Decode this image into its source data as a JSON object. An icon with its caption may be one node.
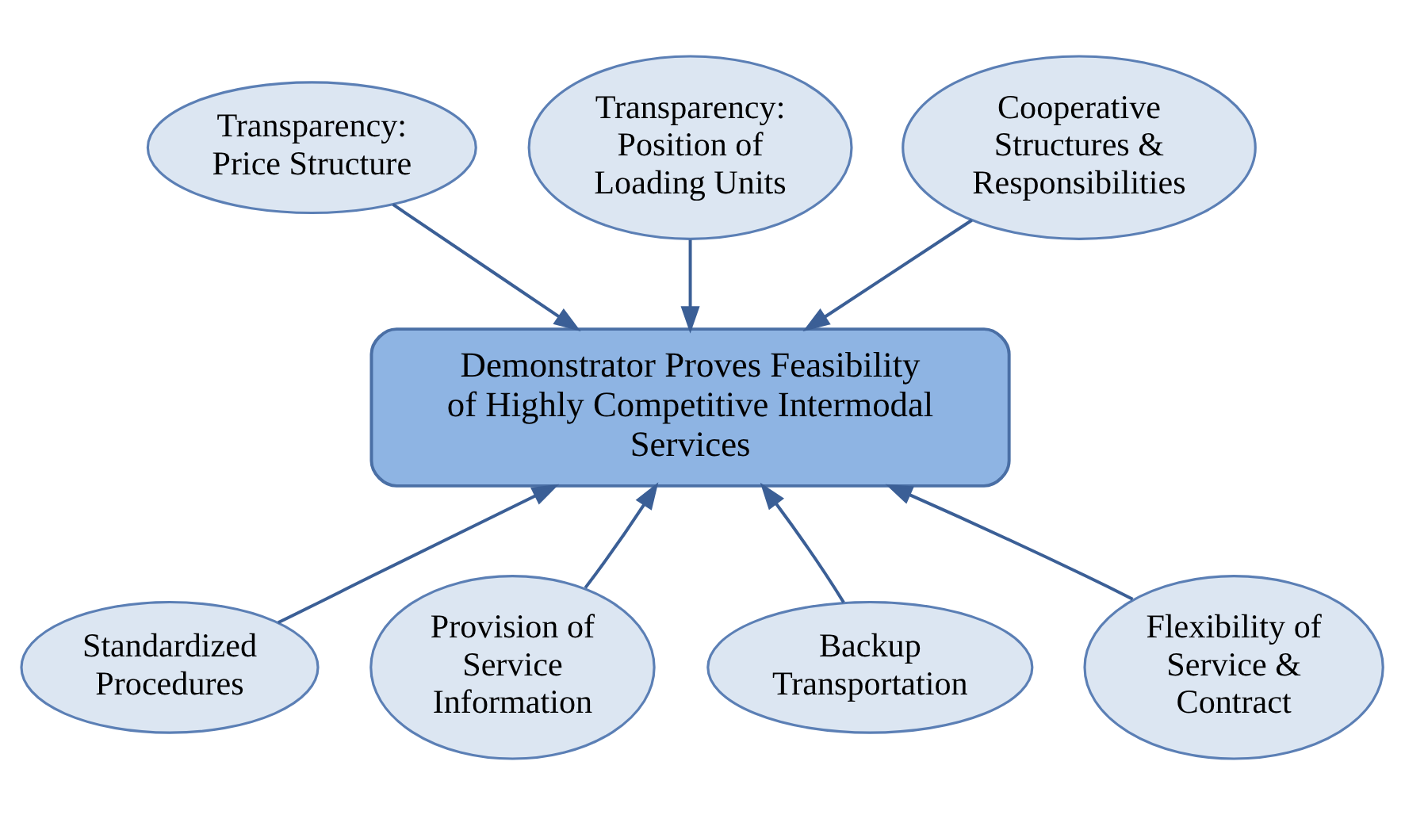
{
  "diagram": {
    "nodes": [
      {
        "text": [
          "Transparency: Price Structure"
        ]
      },
      {
        "text": [
          "Transparency: Position of Loading Units"
        ]
      },
      {
        "text": [
          "Cooperative Structures & Responsibilities"
        ]
      },
      {
        "text": [
          "Demonstrator Proves Feasibility of Highly Competitive Intermodal Services"
        ]
      },
      {
        "text": [
          "Standardized Procedures"
        ]
      },
      {
        "text": [
          "Provision of Service Information"
        ]
      },
      {
        "text": [
          "Backup Transportation"
        ]
      },
      {
        "text": [
          "Flexibility of Service & Contract"
        ]
      }
    ],
    "edges": [
      {
        "from": 0,
        "to": 3,
        "arrow": "to"
      },
      {
        "from": 1,
        "to": 3,
        "arrow": "to"
      },
      {
        "from": 2,
        "to": 3,
        "arrow": "to"
      },
      {
        "from": 4,
        "to": 3,
        "arrow": "to"
      },
      {
        "from": 5,
        "to": 3,
        "arrow": "to"
      },
      {
        "from": 6,
        "to": 3,
        "arrow": "to"
      },
      {
        "from": 7,
        "to": 3,
        "arrow": "to"
      }
    ]
  }
}
